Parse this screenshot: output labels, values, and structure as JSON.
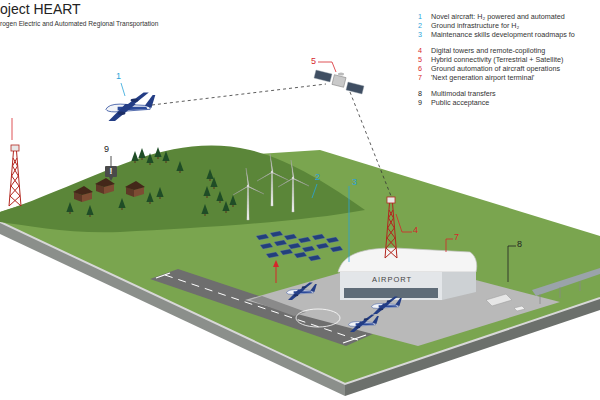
{
  "diagram": {
    "title": "oject HEART",
    "nodes": [
      {
        "text": [
          "AIRPORT"
        ]
      }
    ],
    "labels": [
      "rogen Electric and Automated Regional Transportation",
      "1",
      "Novel aircraft: H₂ powered and automated",
      "2",
      "Ground infrastructure for H₂",
      "3",
      "Maintenance skills development roadmaps fo",
      "4",
      "Digital towers and remote-copiloting",
      "5",
      "Hybrid connectivity (Terrestrial + Satellite)",
      "6",
      "Ground automation of aircraft operations",
      "7",
      "'Next generation airport terminal'",
      "8",
      "Multimodal transfers",
      "9",
      "Public acceptance",
      "!",
      "5",
      "1",
      "9",
      "2",
      "3",
      "4",
      "7",
      "8"
    ]
  }
}
